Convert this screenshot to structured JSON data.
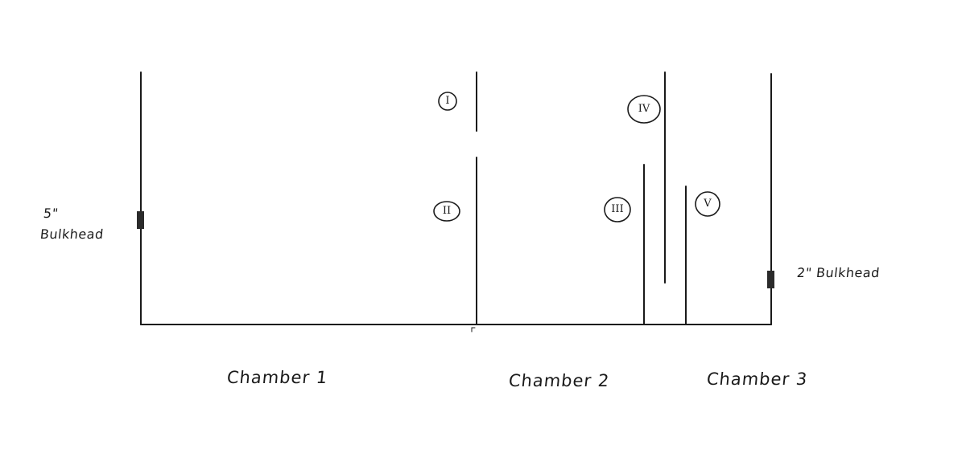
{
  "labels": {
    "chamber1": "Chamber 1",
    "chamber2": "Chamber 2",
    "chamber3": "Chamber 3",
    "bulkhead5_size": "5\"",
    "bulkhead5_word": "Bulkhead",
    "bulkhead2": "2\" Bulkhead"
  },
  "baffles": [
    {
      "id": "I",
      "label": "I"
    },
    {
      "id": "II",
      "label": "II"
    },
    {
      "id": "III",
      "label": "III"
    },
    {
      "id": "IV",
      "label": "IV"
    },
    {
      "id": "V",
      "label": "V"
    }
  ],
  "colors": {
    "ink": "#1a1a1a",
    "fitting": "#2b2b2b"
  }
}
